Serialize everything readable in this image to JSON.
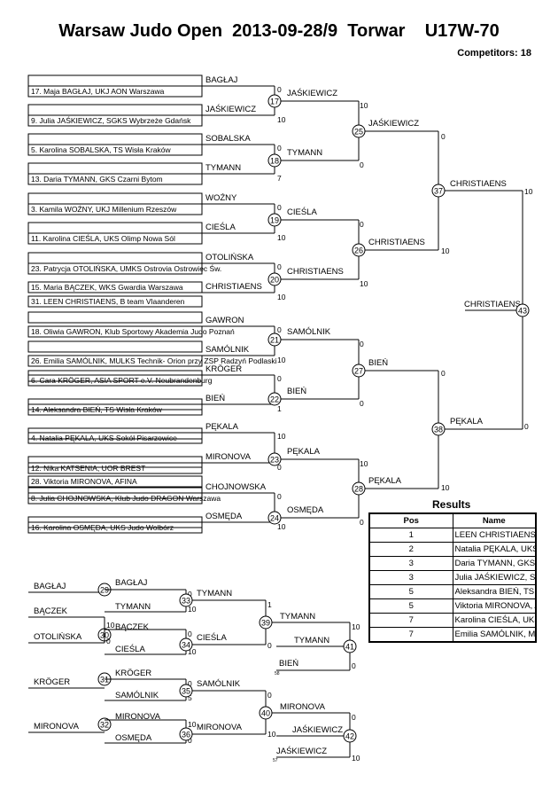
{
  "header": {
    "title": "Warsaw Judo Open  2013-09-28/9  Torwar    U17W-70",
    "competitors": "Competitors: 18"
  },
  "entries": [
    "17. Maja BAGŁAJ, UKJ AON Warszawa",
    "9. Julia JAŚKIEWICZ, SGKS Wybrzeże Gdańsk",
    "5. Karolina SOBALSKA, TS Wisła Kraków",
    "13. Daria TYMANN, GKS Czarni Bytom",
    "3. Kamila WOŹNY, UKJ Millenium Rzeszów",
    "11. Karolina CIEŚLA, UKS Olimp Nowa Sól",
    "23. Patrycja OTOLIŃSKA, UMKS Ostrovia Ostrowiec Św.",
    "15. Maria BĄCZEK, WKS Gwardia Warszawa",
    "31. LEEN CHRISTIAENS, B team Vlaanderen",
    "18. Oliwia GAWRON, Klub Sportowy Akademia Judo Poznań",
    "26. Emilia SAMÓLNIK, MULKS Technik- Orion przy ZSP Radzyń Podlaski",
    "6. Cara KRÖGER, ASIA SPORT e.V.  Neubrandenburg",
    "14. Aleksandra BIEŃ, TS Wisła Kraków",
    "4. Natalia PĘKALA, UKS  Sokół Pisarzowice",
    "12. Nika KATSENIA, UOR BREST",
    "28. Viktoria MIRONOVA, AFINA",
    "8. Julia CHOJNOWSKA, Klub Judo DRAGON Warszawa",
    "16. Karolina OSMĘDA, UKS Judo  Wolbórz"
  ],
  "names": {
    "baglaj": "BAGŁAJ",
    "jaskiewicz": "JAŚKIEWICZ",
    "sobalska": "SOBALSKA",
    "tymann": "TYMANN",
    "wozny": "WOŹNY",
    "ciesla": "CIEŚLA",
    "otolinska": "OTOLIŃSKA",
    "christiaens": "CHRISTIAENS",
    "gawron": "GAWRON",
    "samolnik": "SAMÓLNIK",
    "kroger": "KRÖGER",
    "bien": "BIEŃ",
    "pekala": "PĘKALA",
    "mironova": "MIRONOVA",
    "chojnowska": "CHOJNOWSKA",
    "osmeda": "OSMĘDA",
    "baczek": "BĄCZEK"
  },
  "match_numbers": {
    "m17": "17",
    "m18": "18",
    "m19": "19",
    "m20": "20",
    "m21": "21",
    "m22": "22",
    "m23": "23",
    "m24": "24",
    "m25": "25",
    "m26": "26",
    "m27": "27",
    "m28": "28",
    "m37": "37",
    "m38": "38",
    "m43": "43",
    "m29": "29",
    "m30": "30",
    "m31": "31",
    "m32": "32",
    "m33": "33",
    "m34": "34",
    "m35": "35",
    "m36": "36",
    "m39": "39",
    "m40": "40",
    "m41": "41",
    "m42": "42"
  },
  "scores": {
    "s0": "0",
    "s1": "1",
    "s5": "5",
    "s7": "7",
    "s10": "10",
    "s58": "58",
    "s57": "57"
  },
  "results": {
    "title": "Results",
    "columns": [
      "Pos",
      "Name"
    ],
    "rows": [
      {
        "pos": "1",
        "name": "LEEN CHRISTIAENS, B team Vlaand"
      },
      {
        "pos": "2",
        "name": "Natalia PĘKALA, UKS  Sokół Pisarzo"
      },
      {
        "pos": "3",
        "name": "Daria TYMANN, GKS Czarni Bytom"
      },
      {
        "pos": "3",
        "name": "Julia JAŚKIEWICZ, SGKS Wybrzeże G"
      },
      {
        "pos": "5",
        "name": "Aleksandra BIEŃ, TS Wisła Kraków"
      },
      {
        "pos": "5",
        "name": "Viktoria MIRONOVA, AFINA"
      },
      {
        "pos": "7",
        "name": "Karolina CIEŚLA, UKS Olimp Nowa S"
      },
      {
        "pos": "7",
        "name": "Emilia SAMÓLNIK, MULKS Technik-"
      }
    ]
  }
}
